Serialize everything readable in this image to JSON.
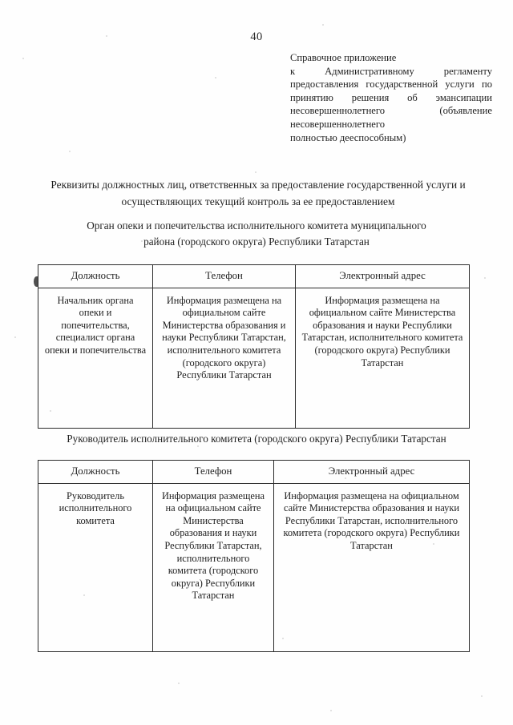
{
  "page": {
    "number": "40"
  },
  "appendix": {
    "lines": [
      "Справочное приложение",
      "к Административному регламенту предоставления государственной услуги по принятию решения об эмансипации несовершеннолетнего (объявление несовершеннолетнего",
      "полностью дееспособным)"
    ]
  },
  "heading": {
    "text": "Реквизиты должностных лиц, ответственных за предоставление государственной услуги и осуществляющих текущий контроль за ее предоставлением"
  },
  "sections": [
    {
      "title": "Орган опеки и попечительства исполнительного комитета муниципального района (городского округа) Республики Татарстан",
      "table": {
        "headers": [
          "Должность",
          "Телефон",
          "Электронный адрес"
        ],
        "rows": [
          [
            "Начальник органа опеки и попечительства, специалист органа опеки и попечительства",
            "Информация размещена на официальном сайте Министерства образования и науки Республики Татарстан, исполнительного комитета (городского округа) Республики Татарстан",
            "Информация размещена на официальном сайте Министерства образования и науки Республики Татарстан, исполнительного комитета (городского округа) Республики Татарстан"
          ]
        ]
      }
    },
    {
      "title": "Руководитель исполнительного комитета (городского округа) Республики Татарстан",
      "table": {
        "headers": [
          "Должность",
          "Телефон",
          "Электронный адрес"
        ],
        "rows": [
          [
            "Руководитель исполнительного комитета",
            "Информация размещена на официальном сайте Министерства образования и науки Республики Татарстан, исполнительного комитета (городского округа) Республики Татарстан",
            "Информация размещена на официальном сайте Министерства образования и науки Республики Татарстан, исполнительного комитета (городского округа) Республики Татарстан"
          ]
        ]
      }
    }
  ]
}
